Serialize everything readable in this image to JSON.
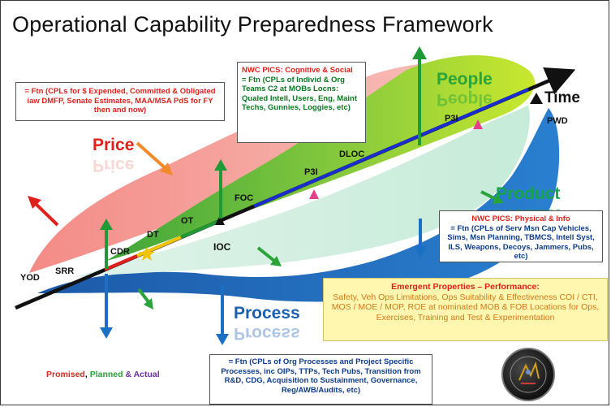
{
  "title": "Operational Capability Preparedness Framework",
  "axis_label": "Time",
  "dimensions": {
    "price": {
      "label": "Price",
      "color": "#e0201b"
    },
    "people": {
      "label": "People",
      "color": "#2aa339"
    },
    "product": {
      "label": "Product",
      "color": "#17a34a"
    },
    "process": {
      "label": "Process",
      "color": "#1b5fb0"
    }
  },
  "milestones": [
    "YOD",
    "SRR",
    "CDR",
    "DT",
    "OT",
    "IOC",
    "FOC",
    "P3I",
    "DLOC",
    "P3I",
    "PWD"
  ],
  "boxes": {
    "price": "= Ftn (CPLs for $ Expended, Committed & Obligated iaw DMFP, Senate Estimates, MAA/MSA PdS for FY then and now)",
    "people_heading": "NWC PICS: Cognitive & Social",
    "people_sub": "= Ftn (CPLs of Individ & Org Teams C2 at MOBs Locns:",
    "people_body": "Qualed Intell, Users, Eng, Maint Techs, Gunnies, Loggies, etc)",
    "product_heading": "NWC PICS: Physical & Info",
    "product_body": "= Ftn (CPLs of Serv Msn Cap Vehicles, Sims, Msn Planning, TBMCS, Intell Syst, ILS, Weapons, Decoys, Jammers, Pubs, etc)",
    "emergent_heading": "Emergent Properties – Performance:",
    "emergent_body": "Safety, Veh Ops Limitations, Ops Suitability & Effectiveness COI / CTI, MOS / MOE / MOP, ROE at nominated MOB & FOB Locations for Ops, Exercises, Training and Test & Experimentation",
    "process": "= Ftn (CPLs of Org Processes and Project Specific Processes, inc OIPs, TTPs, Tech Pubs, Transition from R&D, CDG, Acquisition to Sustainment, Governance, Reg/AWB/Audits, etc)"
  },
  "footer": {
    "promised": "Promised",
    "planned": "Planned",
    "and_actual": "& Actual",
    "promised_color": "#d42a20",
    "planned_color": "#2aa339",
    "actual_color": "#6b2fa0"
  },
  "emblem_icon": "program-emblem-icon"
}
